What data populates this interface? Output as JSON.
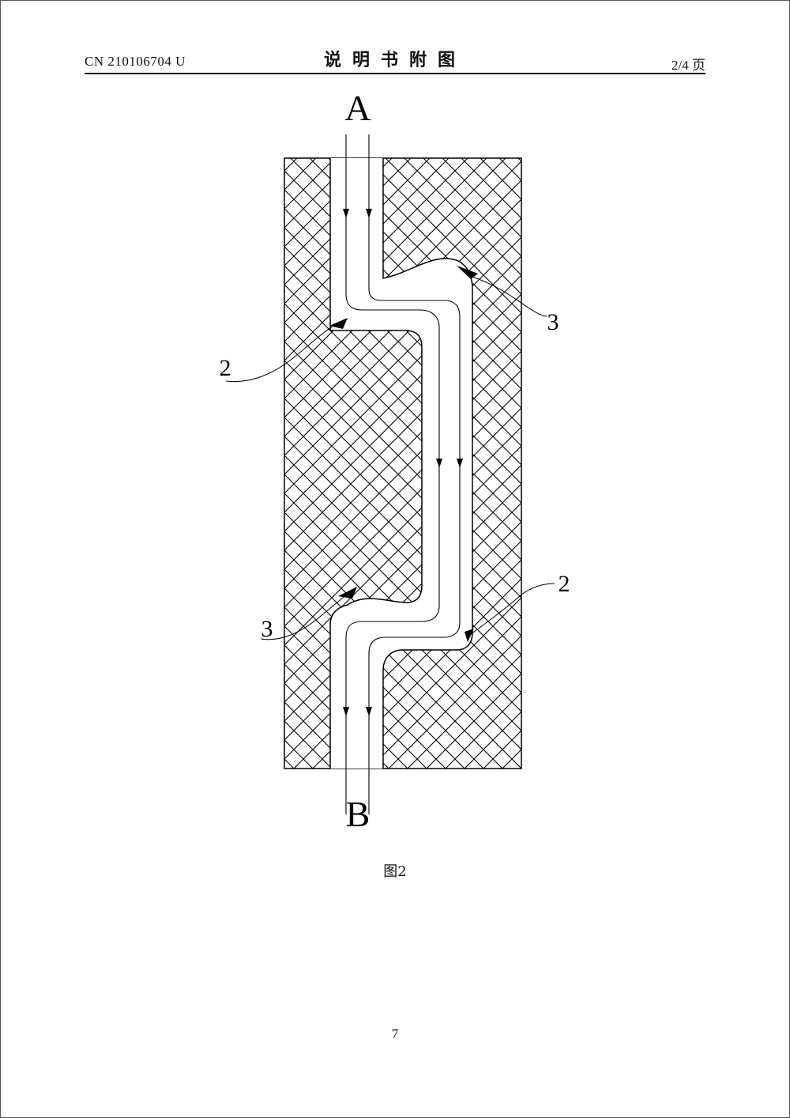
{
  "header": {
    "doc_number": "CN 210106704 U",
    "title": "说明书附图",
    "page_indicator": "2/4 页"
  },
  "figure": {
    "label_inlet": "A",
    "label_outlet": "B",
    "callouts": [
      "2",
      "3",
      "3",
      "2"
    ],
    "caption": "图2"
  },
  "footer": {
    "page_number": "7"
  }
}
